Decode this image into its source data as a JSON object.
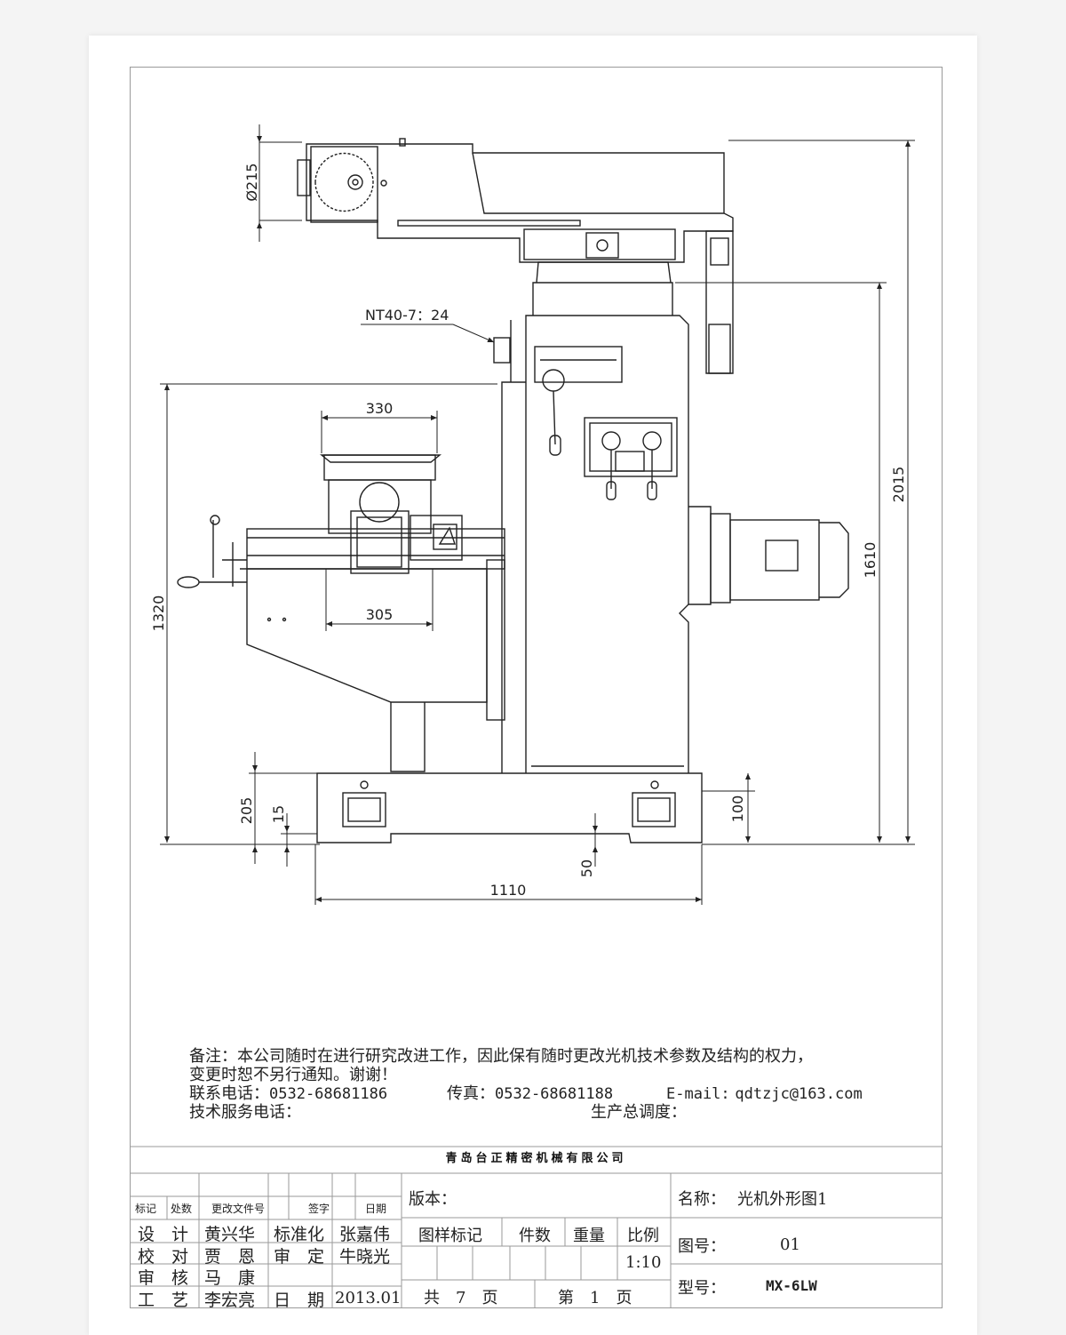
{
  "dimensions": {
    "d215": "Ø215",
    "nt40": "NT40-7：24",
    "d330": "330",
    "d305": "305",
    "d1320": "1320",
    "d2015": "2015",
    "d1610": "1610",
    "d205": "205",
    "d15": "15",
    "d100": "100",
    "d50": "50",
    "d1110": "1110"
  },
  "notes": {
    "line1": "备注：本公司随时在进行研究改进工作，因此保有随时更改光机技术参数及结构的权力，",
    "line2": "变更时恕不另行通知。谢谢！",
    "phone_label": "联系电话：",
    "phone": "0532-68681186",
    "fax_label": "传真：",
    "fax": "0532-68681188",
    "email_label": "E-mail:",
    "email": "qdtzjc@163.com",
    "service_label": "技术服务电话：",
    "dispatch_label": "生产总调度："
  },
  "title_block": {
    "company": "青岛台正精密机械有限公司",
    "rev_headers": [
      "标记",
      "处数",
      "更改文件号",
      "签字",
      "日期"
    ],
    "design_label": "设　计",
    "design_name": "黄兴华",
    "std_label": "标准化",
    "std_name": "张嘉伟",
    "check_label": "校　对",
    "check_name": "贾　恩",
    "review_label": "审　定",
    "review_name": "牛晓光",
    "audit_label": "审　核",
    "audit_name": "马　康",
    "process_label": "工　艺",
    "process_name": "李宏亮",
    "date_label": "日　期",
    "date": "2013.01",
    "version_label": "版本：",
    "pattern_label": "图样标记",
    "qty_label": "件数",
    "weight_label": "重量",
    "ratio_label": "比例",
    "ratio": "1:10",
    "total_pages": "共　7　页",
    "page_no": "第　1　页",
    "name_label": "名称：",
    "name": "光机外形图1",
    "drawing_no_label": "图号：",
    "drawing_no": "01",
    "model_label": "型号：",
    "model": "MX-6LW"
  }
}
